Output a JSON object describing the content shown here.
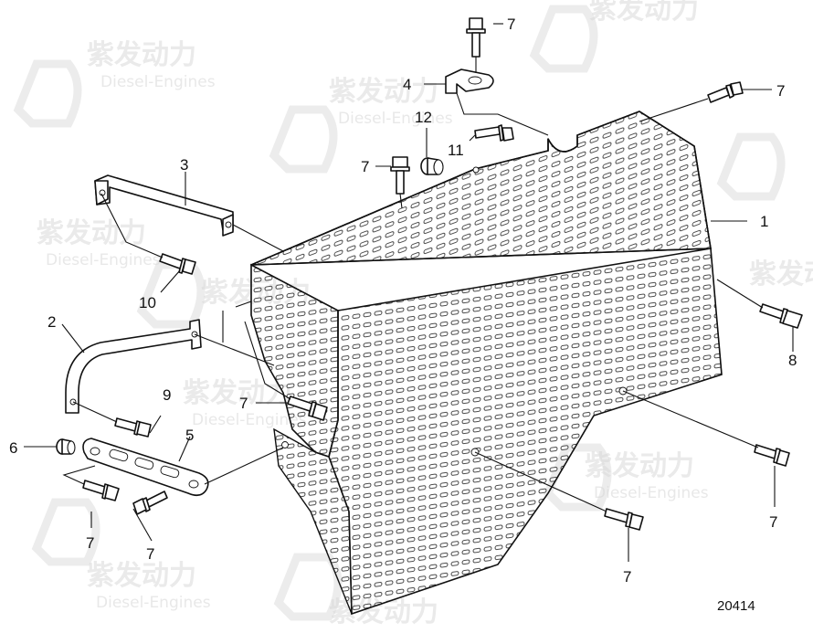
{
  "watermark": {
    "brand_cn": "紫发动力",
    "brand_en": "Diesel-Engines"
  },
  "callouts": {
    "c1": "1",
    "c2": "2",
    "c3": "3",
    "c4": "4",
    "c5": "5",
    "c6": "6",
    "c7": "7",
    "c8": "8",
    "c9": "9",
    "c10": "10",
    "c11": "11",
    "c12": "12"
  },
  "drawing_number": "20414"
}
